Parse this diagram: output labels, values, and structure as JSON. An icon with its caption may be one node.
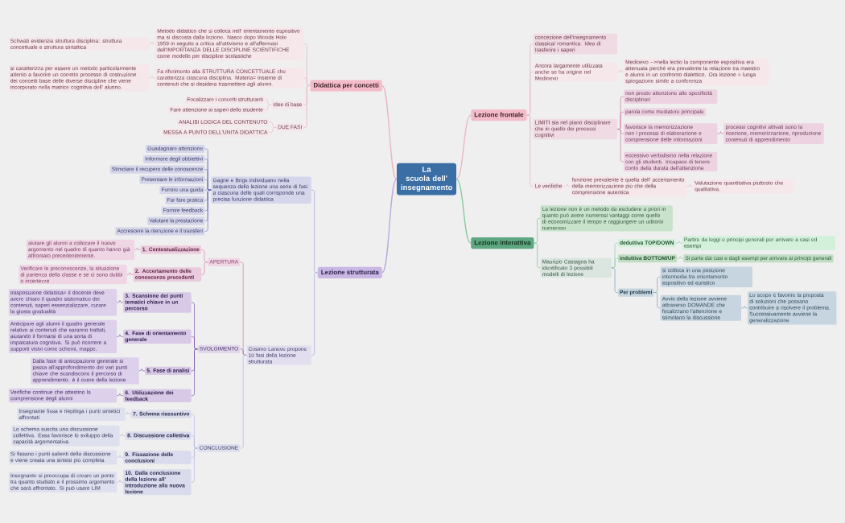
{
  "diagram": {
    "nodes": [
      {
        "text": [
          "La scuola dell' insegnamento"
        ]
      },
      {
        "text": [
          "Didattica per concetti"
        ]
      },
      {
        "text": [
          "Metodo didattico che si colloca nell' orientamento espositivo ma si discosta dalla lezione. Nasce dopo Woods Hole 1959 in seguito a critica all'attivismo e all'affermasi dell'IMPORTANZA DELLE DISCIPLINE SCIENTIFICHE come modello per discipline scolastiche"
        ]
      },
      {
        "text": [
          "Schwab evidenzia struttura disciplina: struttura concettuale e struttura sintattica"
        ]
      },
      {
        "text": [
          "Fa riferimento alla STRUTTURA CONCETTUALE che caratterizza ciascuna disciplina. Materia= insieme di contenuti che si desidera trasmettere agli alunni."
        ]
      },
      {
        "text": [
          "si caratterizza per essere un metodo particolarmente attento a favorire un corretto processo di costruzione dei concetti base delle diverse discipline che viene incorporato nella matrice cognitiva dell' alunno."
        ]
      },
      {
        "text": [
          "Idee di base"
        ]
      },
      {
        "text": [
          "Focalizzare i concetti strutturanti"
        ]
      },
      {
        "text": [
          "Fare attenzione ai saperi dello studente"
        ]
      },
      {
        "text": [
          "DUE FASI"
        ]
      },
      {
        "text": [
          "ANALISI LOGICA DEL CONTENUTO"
        ]
      },
      {
        "text": [
          "MESSA A PUNTO DELL'UNITA DIDATTICA"
        ]
      },
      {
        "text": [
          "Lezione strutturata"
        ]
      },
      {
        "text": [
          "Gagné e Brigs individuano nella sequenza della lezione una serie di fasi a ciascuna delle quali corrisponde una precisa funzione didattica"
        ]
      },
      {
        "text": [
          "Guadagnare attenzione"
        ]
      },
      {
        "text": [
          "Informare degli obbiettivi"
        ]
      },
      {
        "text": [
          "Stimolare il recupero delle conoscenze"
        ]
      },
      {
        "text": [
          "Presentare le informazioni"
        ]
      },
      {
        "text": [
          "Fornire una guida"
        ]
      },
      {
        "text": [
          "Far fare pratica"
        ]
      },
      {
        "text": [
          "Fornire feedback"
        ]
      },
      {
        "text": [
          "Valutare la prestazione"
        ]
      },
      {
        "text": [
          "Accrescere la ritenzione e il transfert"
        ]
      },
      {
        "text": [
          "Cosimo Laneve propone 10 fasi della lezione strutturata"
        ]
      },
      {
        "text": [
          "APERTURA"
        ]
      },
      {
        "text": [
          "1. Contestualizzazione"
        ]
      },
      {
        "text": [
          "aiutare gli alunni a collocare il nuovo argomento nel quadro di quanto hanno già affrontato precedentemente."
        ]
      },
      {
        "text": [
          "2. Accertamento delle conoscenze precedenti"
        ]
      },
      {
        "text": [
          "Verificare le preconoscenze, la situazione di partenza della classe e se ci sono dubbi o incertezze"
        ]
      },
      {
        "text": [
          "SVOLGIMENTO"
        ]
      },
      {
        "text": [
          "3. Scansione dei punti tematici chiave in un percorso"
        ]
      },
      {
        "text": [
          "trasposizione didattica= il docente deve avere chiaro il quadro sistematico dei contenuti, saperi essenzializzare, curare la giusta gradualità"
        ]
      },
      {
        "text": [
          "4. Fase di orientamento generale"
        ]
      },
      {
        "text": [
          "Anticipare agli alunni il quadro generale relativo ai contenuti che saranno trattati, aiutando il formarsi di una sorta di impalcatura cognitiva. Si può ricorrere a supporti visivi come schemi, mappe."
        ]
      },
      {
        "text": [
          "5. Fase di analisi"
        ]
      },
      {
        "text": [
          "Dalla fase di anticipazione generale si passa all'approfondimento dei vari punti chiave che scandiscono il percorso di apprendimento. è il cuore della lezione"
        ]
      },
      {
        "text": [
          "6. Utilizzazione dei feedback"
        ]
      },
      {
        "text": [
          "Verifiche continue che attestino la comprensione degli alunni"
        ]
      },
      {
        "text": [
          "CONCLUSIONE"
        ]
      },
      {
        "text": [
          "7. Schema riassuntivo"
        ]
      },
      {
        "text": [
          "Insegnante fissa e riepiloga i punti sintetici affrontati"
        ]
      },
      {
        "text": [
          "8. Discussione collettiva"
        ]
      },
      {
        "text": [
          "Lo schema suscita una discussione collettiva. Essa favorisce lo sviluppo della capacità argomentativa."
        ]
      },
      {
        "text": [
          "9. Fissazione delle conclusioni"
        ]
      },
      {
        "text": [
          "Si fissano i punti salienti della discussione e viene creata una sintesi più completa."
        ]
      },
      {
        "text": [
          "10. Dalla conclusione della lezione all' introduzione alla nuova lezione"
        ]
      },
      {
        "text": [
          "Insegnante si preoccupa di creare un ponte tra quanto studiato e il prossimo argomento che sarà affrontato. Si può usare LIM"
        ]
      },
      {
        "text": [
          "Lezione frontale"
        ]
      },
      {
        "text": [
          "concezione dell'insegnamento classica/ romantica. Idea di trasferire i saperi"
        ]
      },
      {
        "text": [
          "Ancora largamente utilizzata anche se ha origine nel Medioevo"
        ]
      },
      {
        "text": [
          "Medioevo -->nella lectio la componente espositiva era attenuata perché era prevalente la relazione tra maestro e alunni in un confronto dialettico. Ora lezione = lunga spiegazione simile a conferenza"
        ]
      },
      {
        "text": [
          "LIMITI sia nel piano disciplinare che in quello dei processi cognitivi"
        ]
      },
      {
        "text": [
          "non presto attenzione alle specificità disciplinari"
        ]
      },
      {
        "text": [
          "parola come mediatore principale"
        ]
      },
      {
        "text": [
          "favorisce la memorizzazione non i processi di elaborazione e comprensione delle informazioni"
        ]
      },
      {
        "text": [
          "processi cognitivi attivati sono la ricezione, memorizzazione, riproduzione contenuti di apprendimento"
        ]
      },
      {
        "text": [
          "eccessivo verbalismo nella relazione con gli studenti. Incapace di tenere conto della durata dell'attenzione"
        ]
      },
      {
        "text": [
          "Le verifiche"
        ]
      },
      {
        "text": [
          "funzione prevalente è quella dell' accertamento della memorizzazione più che della comprensione autentica"
        ]
      },
      {
        "text": [
          "Valutazione quantitativa piuttosto che qualitativa."
        ]
      },
      {
        "text": [
          "Lezione interattiva"
        ]
      },
      {
        "text": [
          "La lezione non è un metodo da escludere a priori in quanto può avere numerosi vantaggi come quello di economizzare il tempo e raggiungere un uditorio numeroso"
        ]
      },
      {
        "text": [
          "Maurizio Castagna ha identificato 3 possibili modelli di lezione"
        ]
      },
      {
        "text": [
          "deduttiva TOP/DOWN"
        ]
      },
      {
        "text": [
          "Partire da leggi e principi generali per arrivare a casi ed esempi"
        ]
      },
      {
        "text": [
          "induttiva BOTTOM/UP"
        ]
      },
      {
        "text": [
          "Si parte dai casi e dagli esempi per arrivare ai principi generali"
        ]
      },
      {
        "text": [
          "Per problemi"
        ]
      },
      {
        "text": [
          "si colloca in una posizione intermedia tra orientamento espositivo ed euristico"
        ]
      },
      {
        "text": [
          "Avvio della lezione avviene attraverso DOMANDE che focalizzano l'attenzione e stimolano la discussione"
        ]
      },
      {
        "text": [
          "Lo scopo è favorire la proposta di soluzioni che possano contribuire a risolvere il problema. Successivamente avviene la generalizzazione"
        ]
      }
    ],
    "edges": [
      {
        "from": 0,
        "to": 1,
        "arrow": "none"
      },
      {
        "from": 1,
        "to": 2,
        "arrow": "none"
      },
      {
        "from": 2,
        "to": 3,
        "arrow": "none"
      },
      {
        "from": 1,
        "to": 4,
        "arrow": "none"
      },
      {
        "from": 4,
        "to": 5,
        "arrow": "none"
      },
      {
        "from": 1,
        "to": 6,
        "arrow": "none"
      },
      {
        "from": 6,
        "to": 7,
        "arrow": "none"
      },
      {
        "from": 6,
        "to": 8,
        "arrow": "none"
      },
      {
        "from": 1,
        "to": 9,
        "arrow": "none"
      },
      {
        "from": 9,
        "to": 10,
        "arrow": "none"
      },
      {
        "from": 9,
        "to": 11,
        "arrow": "none"
      },
      {
        "from": 0,
        "to": 12,
        "arrow": "none",
        "color": "#b7a8de"
      },
      {
        "from": 12,
        "to": 13,
        "arrow": "none",
        "color": "#a9aedd"
      },
      {
        "from": 13,
        "to": 14,
        "arrow": "none",
        "color": "#5b62b8"
      },
      {
        "from": 13,
        "to": 15,
        "arrow": "none",
        "color": "#5b62b8"
      },
      {
        "from": 13,
        "to": 16,
        "arrow": "none",
        "color": "#5b62b8"
      },
      {
        "from": 13,
        "to": 17,
        "arrow": "none",
        "color": "#5b62b8"
      },
      {
        "from": 13,
        "to": 18,
        "arrow": "none",
        "color": "#5b62b8"
      },
      {
        "from": 13,
        "to": 19,
        "arrow": "none",
        "color": "#5b62b8"
      },
      {
        "from": 13,
        "to": 20,
        "arrow": "none",
        "color": "#5b62b8"
      },
      {
        "from": 13,
        "to": 21,
        "arrow": "none",
        "color": "#5b62b8"
      },
      {
        "from": 13,
        "to": 22,
        "arrow": "none",
        "color": "#5b62b8"
      },
      {
        "from": 12,
        "to": 23,
        "arrow": "none",
        "color": "#a9aedd"
      },
      {
        "from": 23,
        "to": 24,
        "arrow": "none",
        "color": "#d862a0"
      },
      {
        "from": 24,
        "to": 25,
        "arrow": "none",
        "color": "#d862a0"
      },
      {
        "from": 25,
        "to": 26,
        "arrow": "none",
        "color": "#d862a0"
      },
      {
        "from": 24,
        "to": 27,
        "arrow": "none",
        "color": "#d862a0"
      },
      {
        "from": 27,
        "to": 28,
        "arrow": "none",
        "color": "#d862a0"
      },
      {
        "from": 23,
        "to": 29,
        "arrow": "none",
        "color": "#6b3e9f"
      },
      {
        "from": 29,
        "to": 30,
        "arrow": "none",
        "color": "#6b3e9f"
      },
      {
        "from": 30,
        "to": 31,
        "arrow": "none",
        "color": "#6b3e9f"
      },
      {
        "from": 29,
        "to": 32,
        "arrow": "none",
        "color": "#6b3e9f"
      },
      {
        "from": 32,
        "to": 33,
        "arrow": "none",
        "color": "#6b3e9f"
      },
      {
        "from": 29,
        "to": 34,
        "arrow": "none",
        "color": "#6b3e9f"
      },
      {
        "from": 34,
        "to": 35,
        "arrow": "none",
        "color": "#6b3e9f"
      },
      {
        "from": 29,
        "to": 36,
        "arrow": "none",
        "color": "#6b3e9f"
      },
      {
        "from": 36,
        "to": 37,
        "arrow": "none",
        "color": "#6b3e9f"
      },
      {
        "from": 23,
        "to": 38,
        "arrow": "none",
        "color": "#a9aedd"
      },
      {
        "from": 38,
        "to": 39,
        "arrow": "none",
        "color": "#a9aedd"
      },
      {
        "from": 39,
        "to": 40,
        "arrow": "none",
        "color": "#a9aedd"
      },
      {
        "from": 38,
        "to": 41,
        "arrow": "none",
        "color": "#a9aedd"
      },
      {
        "from": 41,
        "to": 42,
        "arrow": "none",
        "color": "#a9aedd"
      },
      {
        "from": 38,
        "to": 43,
        "arrow": "none",
        "color": "#a9aedd"
      },
      {
        "from": 43,
        "to": 44,
        "arrow": "none",
        "color": "#a9aedd"
      },
      {
        "from": 38,
        "to": 45,
        "arrow": "none",
        "color": "#a9aedd"
      },
      {
        "from": 45,
        "to": 46,
        "arrow": "none",
        "color": "#a9aedd"
      },
      {
        "from": 0,
        "to": 47,
        "arrow": "none"
      },
      {
        "from": 47,
        "to": 48,
        "arrow": "none"
      },
      {
        "from": 47,
        "to": 49,
        "arrow": "none"
      },
      {
        "from": 49,
        "to": 50,
        "arrow": "none"
      },
      {
        "from": 47,
        "to": 51,
        "arrow": "none"
      },
      {
        "from": 51,
        "to": 52,
        "arrow": "none",
        "color": "#c85c93"
      },
      {
        "from": 51,
        "to": 53,
        "arrow": "none",
        "color": "#c85c93"
      },
      {
        "from": 51,
        "to": 54,
        "arrow": "none",
        "color": "#c85c93"
      },
      {
        "from": 54,
        "to": 55,
        "arrow": "none",
        "color": "#c85c93"
      },
      {
        "from": 51,
        "to": 56,
        "arrow": "none",
        "color": "#c85c93"
      },
      {
        "from": 47,
        "to": 57,
        "arrow": "none"
      },
      {
        "from": 57,
        "to": 58,
        "arrow": "none"
      },
      {
        "from": 58,
        "to": 59,
        "arrow": "none"
      },
      {
        "from": 0,
        "to": 60,
        "arrow": "none",
        "color": "#7dc89b"
      },
      {
        "from": 60,
        "to": 61,
        "arrow": "none",
        "color": "#7dc89b"
      },
      {
        "from": 60,
        "to": 62,
        "arrow": "none",
        "color": "#7dc89b"
      },
      {
        "from": 62,
        "to": 63,
        "arrow": "none",
        "color": "#7dc89b"
      },
      {
        "from": 63,
        "to": 64,
        "arrow": "none",
        "color": "#7dc89b"
      },
      {
        "from": 62,
        "to": 65,
        "arrow": "none",
        "color": "#7dc89b"
      },
      {
        "from": 65,
        "to": 66,
        "arrow": "none",
        "color": "#7dc89b"
      },
      {
        "from": 62,
        "to": 67,
        "arrow": "none",
        "color": "#5f8fa5"
      },
      {
        "from": 67,
        "to": 68,
        "arrow": "none",
        "color": "#5f8fa5"
      },
      {
        "from": 67,
        "to": 69,
        "arrow": "none",
        "color": "#5f8fa5"
      },
      {
        "from": 69,
        "to": 70,
        "arrow": "none",
        "color": "#5f8fa5"
      }
    ]
  }
}
